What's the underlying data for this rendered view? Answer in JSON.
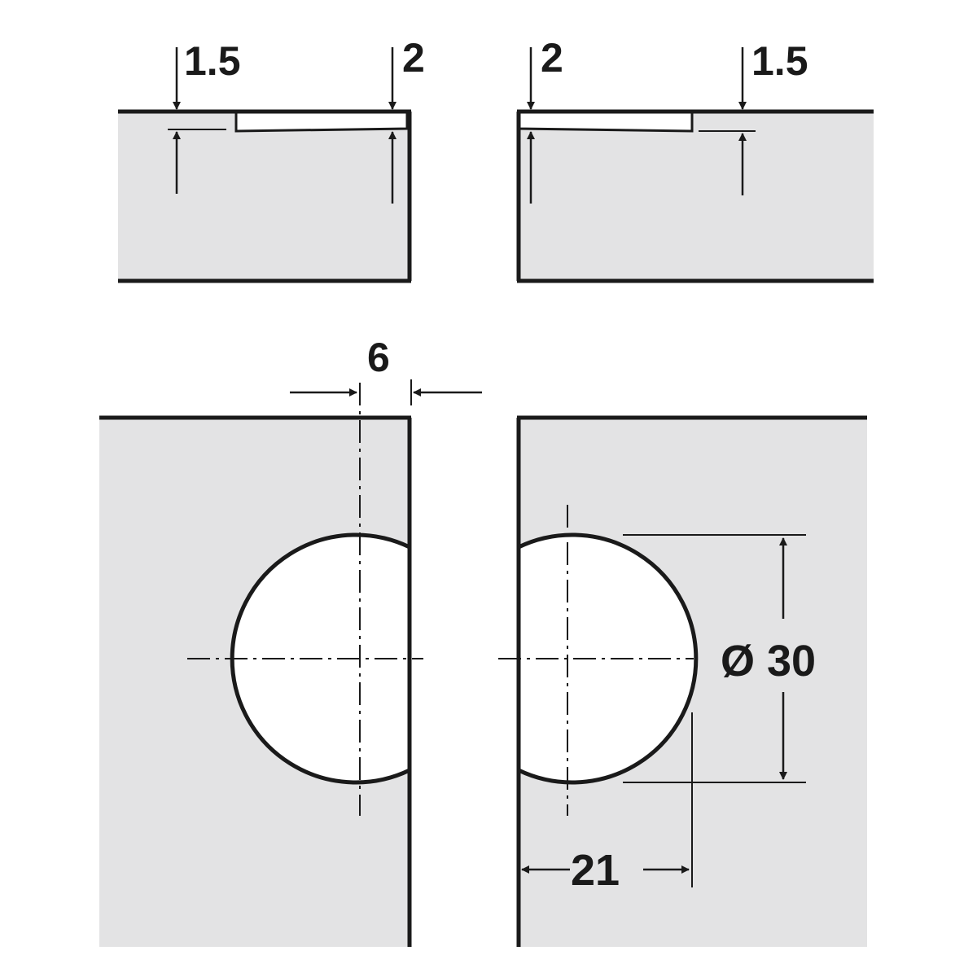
{
  "diagram": {
    "colors": {
      "panel_fill": "#e3e3e4",
      "line": "#1a1a1a",
      "cutout": "#ffffff"
    },
    "top_left": {
      "depth_label": "1.5",
      "edge_label": "2"
    },
    "top_right": {
      "edge_label": "2",
      "depth_label": "1.5"
    },
    "bottom": {
      "offset_label": "6",
      "diameter_label": "Ø 30",
      "distance_label": "21"
    }
  }
}
